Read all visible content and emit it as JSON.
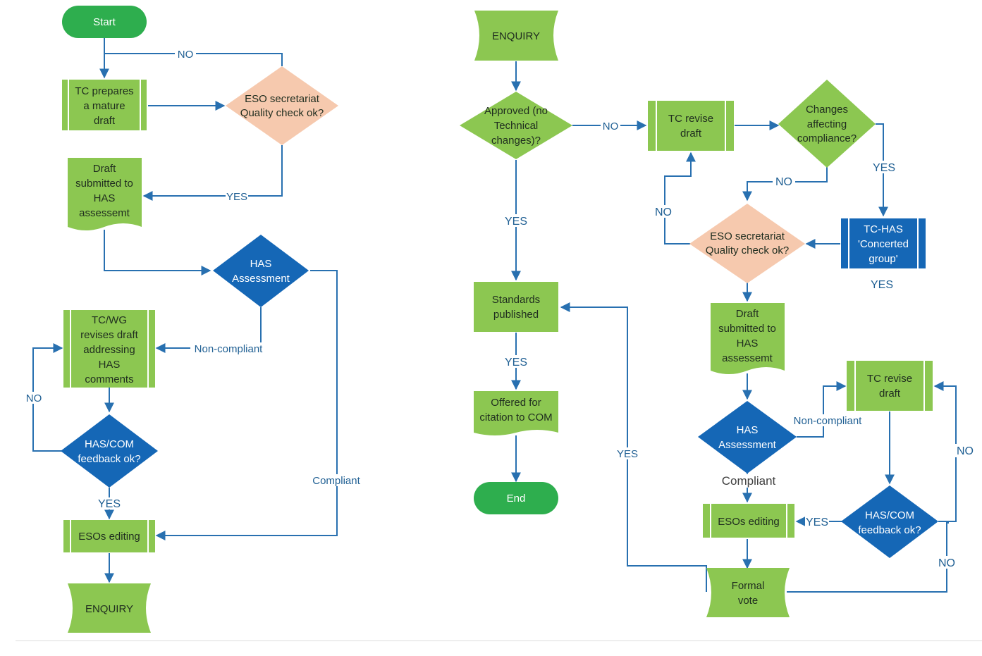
{
  "colors": {
    "green": "#8cc751",
    "green_dark": "#2eae4e",
    "peach": "#f6c9ae",
    "blue": "#1567b6",
    "line": "#2870b0"
  },
  "left": {
    "start": "Start",
    "tc_prepares": [
      "TC prepares",
      "a mature",
      "draft"
    ],
    "eso_check": [
      "ESO secretariat",
      "Quality check ok?"
    ],
    "draft_submitted": [
      "Draft",
      "submitted to",
      "HAS",
      "assessemt"
    ],
    "has_assessment": [
      "HAS",
      "Assessment"
    ],
    "tcwg_revises": [
      "TC/WG",
      "revises draft",
      "addressing",
      "HAS",
      "comments"
    ],
    "hascom_feedback": [
      "HAS/COM",
      "feedback ok?"
    ],
    "esos_editing": "ESOs editing",
    "enquiry": "ENQUIRY",
    "edge_no_top": "NO",
    "edge_yes_eso": "YES",
    "edge_noncompliant": "Non-compliant",
    "edge_no_side": "NO",
    "edge_yes_feedback": "YES",
    "edge_compliant": "Compliant"
  },
  "middle": {
    "enquiry": "ENQUIRY",
    "approved": [
      "Approved (no",
      "Technical",
      "changes)?"
    ],
    "standards": [
      "Standards",
      "published"
    ],
    "offered": [
      "Offered for",
      "citation to COM"
    ],
    "end": "End",
    "edge_yes_1": "YES",
    "edge_yes_2": "YES",
    "edge_no": "NO",
    "edge_yes_vote": "YES"
  },
  "right": {
    "tc_revise_top": [
      "TC revise",
      "draft"
    ],
    "changes": [
      "Changes",
      "affecting",
      "compliance?"
    ],
    "eso_check": [
      "ESO secretariat",
      "Quality check ok?"
    ],
    "tc_has_group": [
      "TC-HAS",
      "'Concerted",
      "group'"
    ],
    "draft_submitted": [
      "Draft",
      "submitted to",
      "HAS",
      "assessemt"
    ],
    "has_assessment": [
      "HAS",
      "Assessment"
    ],
    "tc_revise_bottom": [
      "TC revise",
      "draft"
    ],
    "hascom_feedback": [
      "HAS/COM",
      "feedback ok?"
    ],
    "esos_editing": "ESOs editing",
    "formal_vote": [
      "Formal",
      "vote"
    ],
    "edge_yes_changes": "YES",
    "edge_no_changes": "NO",
    "edge_no_eso": "NO",
    "edge_yes_group": "YES",
    "edge_noncompliant": "Non-compliant",
    "edge_compliant": "Compliant",
    "edge_yes_feedback": "YES",
    "edge_no_feedback": "NO",
    "edge_no_vote": "NO"
  }
}
